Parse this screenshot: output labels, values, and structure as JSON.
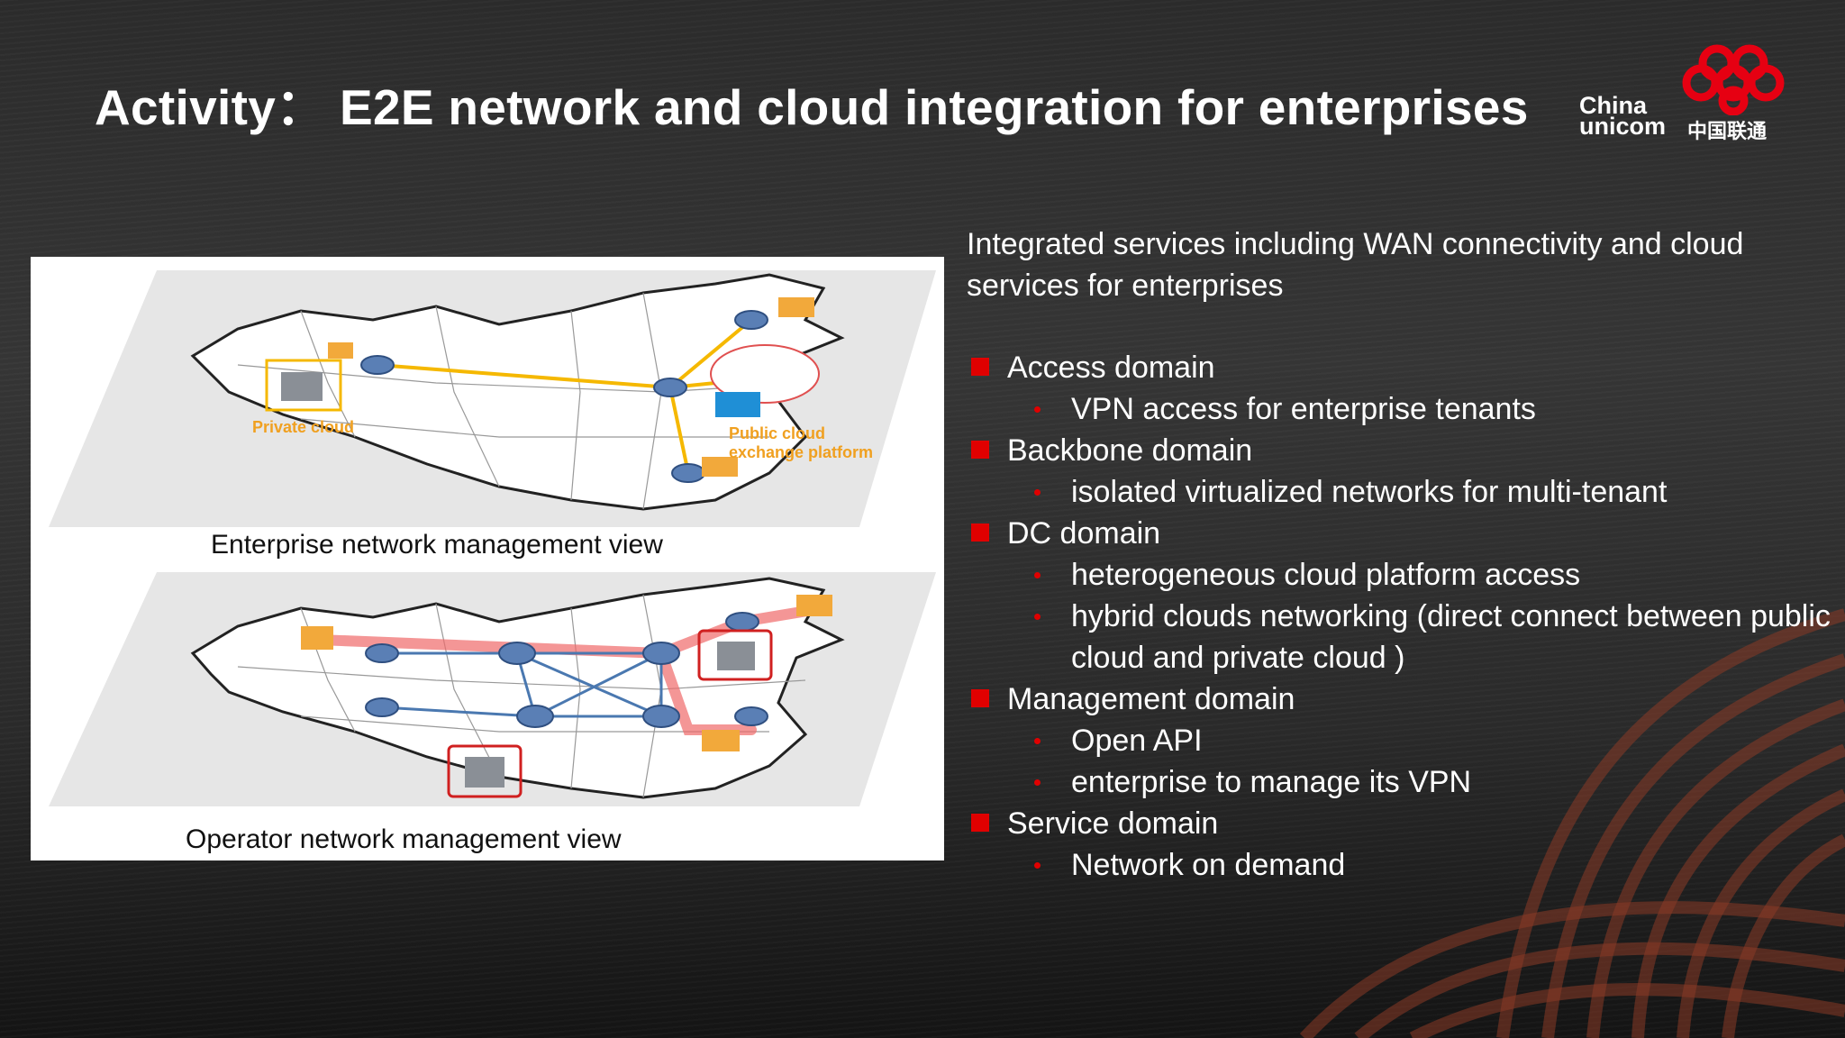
{
  "slide": {
    "title": "Activity： E2E network and cloud integration for enterprises",
    "logo": {
      "en_line1": "China",
      "en_line2": "unicom",
      "cn": "中国联通",
      "color": "#e60012"
    },
    "figure": {
      "top_caption": "Enterprise network management view",
      "bottom_caption": "Operator network management view",
      "labels": {
        "private_cloud": "Private cloud",
        "public_cloud_1": "Public cloud",
        "public_cloud_2": "exchange platform"
      },
      "colors": {
        "enterprise_link": "#f5b800",
        "operator_highlight": "#ef6a6a",
        "operator_link": "#4a78b0",
        "node": "#5a7fb5"
      }
    },
    "intro": "Integrated services including WAN connectivity and cloud services for enterprises",
    "bullets": [
      {
        "text": "Access domain",
        "sub": [
          "VPN access for enterprise tenants"
        ]
      },
      {
        "text": "Backbone domain",
        "sub": [
          "isolated virtualized networks for multi-tenant"
        ]
      },
      {
        "text": "DC domain",
        "sub": [
          "heterogeneous cloud platform access",
          "hybrid clouds networking (direct connect between public cloud and private cloud )"
        ]
      },
      {
        "text": "Management domain",
        "sub": [
          "Open API",
          "enterprise to manage its VPN"
        ]
      },
      {
        "text": "Service domain",
        "sub": [
          "Network on demand"
        ]
      }
    ],
    "bullet_color": "#e00000"
  }
}
